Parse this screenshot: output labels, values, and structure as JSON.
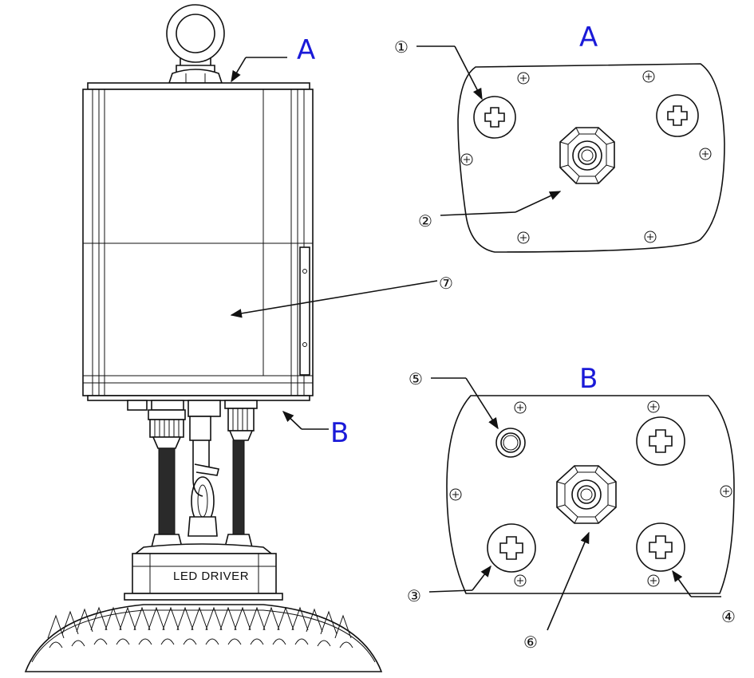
{
  "labels": {
    "side_top": "A",
    "side_bottom": "B",
    "view_a_title": "A",
    "view_b_title": "B",
    "driver": "LED DRIVER"
  },
  "callouts": {
    "c1": "①",
    "c2": "②",
    "c3": "③",
    "c4": "④",
    "c5": "⑤",
    "c6": "⑥",
    "c7": "⑦"
  },
  "colors": {
    "label_blue": "#1a1ad8",
    "line": "#111111"
  }
}
